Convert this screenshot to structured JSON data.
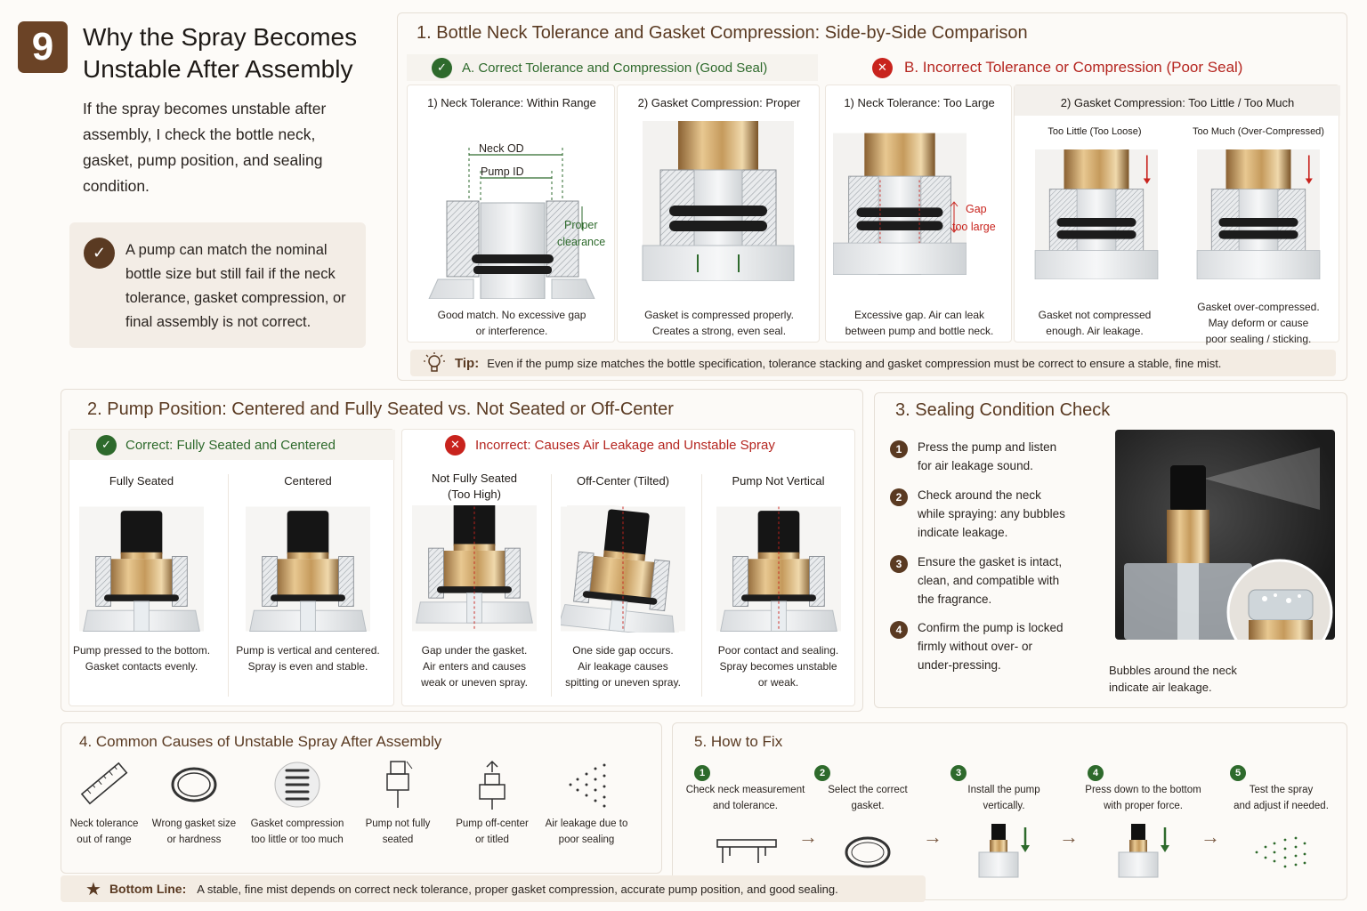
{
  "header": {
    "number": "9",
    "title_line1": "Why the Spray Becomes",
    "title_line2": "Unstable After Assembly",
    "intro": "If the spray becomes unstable after assembly, I check the bottle neck, gasket, pump position, and sealing condition.",
    "note": "A pump can match the nominal bottle size but still fail if the neck tolerance, gasket compression, or final assembly is not correct."
  },
  "s1": {
    "title": "1. Bottle Neck Tolerance and Gasket Compression: Side-by-Side Comparison",
    "good_head": "A. Correct Tolerance and Compression (Good Seal)",
    "bad_head": "B. Incorrect Tolerance or Compression (Poor Seal)",
    "c1_title": "1) Neck Tolerance: Within Range",
    "c1_od": "Neck OD",
    "c1_id": "Pump ID",
    "c1_clear1": "Proper",
    "c1_clear2": "clearance",
    "c1_cap1": "Good match. No excessive gap",
    "c1_cap2": "or interference.",
    "c2_title": "2) Gasket Compression: Proper",
    "c2_cap1": "Gasket is compressed properly.",
    "c2_cap2": "Creates a strong, even seal.",
    "c3_title": "1) Neck Tolerance: Too Large",
    "c3_gap1": "Gap",
    "c3_gap2": "too large",
    "c3_cap1": "Excessive gap. Air can leak",
    "c3_cap2": "between pump and bottle neck.",
    "c4_title": "2) Gasket Compression: Too Little / Too Much",
    "c4a_title": "Too Little (Too Loose)",
    "c4b_title": "Too Much (Over-Compressed)",
    "c4a_cap1": "Gasket not compressed",
    "c4a_cap2": "enough. Air leakage.",
    "c4b_cap1": "Gasket over-compressed.",
    "c4b_cap2": "May deform or cause",
    "c4b_cap3": "poor sealing / sticking.",
    "tip_label": "Tip:",
    "tip_text": "Even if the pump size matches the bottle specification, tolerance stacking and gasket compression must be correct to ensure a stable, fine mist."
  },
  "s2": {
    "title": "2. Pump Position: Centered and Fully Seated vs. Not Seated or Off-Center",
    "good_head": "Correct: Fully Seated and Centered",
    "bad_head": "Incorrect: Causes Air Leakage and Unstable Spray",
    "items": [
      {
        "title1": "Fully Seated",
        "title2": "",
        "cap1": "Pump pressed to the bottom.",
        "cap2": "Gasket contacts evenly.",
        "cap3": ""
      },
      {
        "title1": "Centered",
        "title2": "",
        "cap1": "Pump is vertical and centered.",
        "cap2": "Spray is even and stable.",
        "cap3": ""
      },
      {
        "title1": "Not Fully Seated",
        "title2": "(Too High)",
        "cap1": "Gap under the gasket.",
        "cap2": "Air enters and causes",
        "cap3": "weak or uneven spray."
      },
      {
        "title1": "Off-Center (Tilted)",
        "title2": "",
        "cap1": "One side gap occurs.",
        "cap2": "Air leakage causes",
        "cap3": "spitting or uneven spray."
      },
      {
        "title1": "Pump Not Vertical",
        "title2": "",
        "cap1": "Poor contact and sealing.",
        "cap2": "Spray becomes unstable",
        "cap3": "or weak."
      }
    ]
  },
  "s3": {
    "title": "3. Sealing Condition Check",
    "steps": [
      {
        "n": "1",
        "l1": "Press the pump and listen",
        "l2": "for air leakage sound.",
        "l3": ""
      },
      {
        "n": "2",
        "l1": "Check around the neck",
        "l2": "while spraying: any bubbles",
        "l3": "indicate leakage."
      },
      {
        "n": "3",
        "l1": "Ensure the gasket is intact,",
        "l2": "clean, and compatible with",
        "l3": "the fragrance."
      },
      {
        "n": "4",
        "l1": "Confirm the pump is locked",
        "l2": "firmly without over- or",
        "l3": "under-pressing."
      }
    ],
    "photo_cap1": "Bubbles around the neck",
    "photo_cap2": "indicate air leakage."
  },
  "s4": {
    "title": "4. Common Causes of Unstable Spray After Assembly",
    "items": [
      {
        "icon": "ruler-icon",
        "l1": "Neck tolerance",
        "l2": "out of range"
      },
      {
        "icon": "gasket-ring-icon",
        "l1": "Wrong gasket size",
        "l2": "or hardness"
      },
      {
        "icon": "compression-spring-icon",
        "l1": "Gasket compression",
        "l2": "too little or too much"
      },
      {
        "icon": "pump-icon",
        "l1": "Pump not fully",
        "l2": "seated"
      },
      {
        "icon": "tilted-pump-icon",
        "l1": "Pump off-center",
        "l2": "or titled"
      },
      {
        "icon": "air-leak-icon",
        "l1": "Air leakage due to",
        "l2": "poor sealing"
      }
    ]
  },
  "s5": {
    "title": "5. How to Fix",
    "steps": [
      {
        "n": "1",
        "l1": "Check neck measurement",
        "l2": "and tolerance."
      },
      {
        "n": "2",
        "l1": "Select the correct",
        "l2": "gasket."
      },
      {
        "n": "3",
        "l1": "Install the pump",
        "l2": "vertically."
      },
      {
        "n": "4",
        "l1": "Press down to the bottom",
        "l2": "with proper force."
      },
      {
        "n": "5",
        "l1": "Test the spray",
        "l2": "and adjust if needed."
      }
    ]
  },
  "bottom": {
    "label": "Bottom Line:",
    "text": "A stable, fine mist depends on correct neck tolerance, proper gasket compression, accurate pump position, and good sealing."
  },
  "colors": {
    "brown": "#5a3a22",
    "green": "#2e6a2c",
    "red": "#c8231d",
    "gold": "#c9a063"
  }
}
